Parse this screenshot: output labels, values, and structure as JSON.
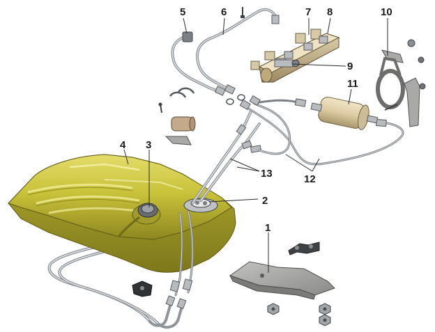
{
  "callouts": {
    "1": "1",
    "2": "2",
    "3": "3",
    "4": "4",
    "5": "5",
    "6": "6",
    "7": "7",
    "8": "8",
    "9": "9",
    "10": "10",
    "11": "11",
    "12": "12",
    "13": "13"
  },
  "colors": {
    "tank_body": "#c9c23a",
    "tank_shadow": "#8d8720",
    "tank_highlight": "#e8e27a",
    "pipe": "#8f9498",
    "rail": "#c9b894",
    "filter": "#e2d3ae"
  }
}
